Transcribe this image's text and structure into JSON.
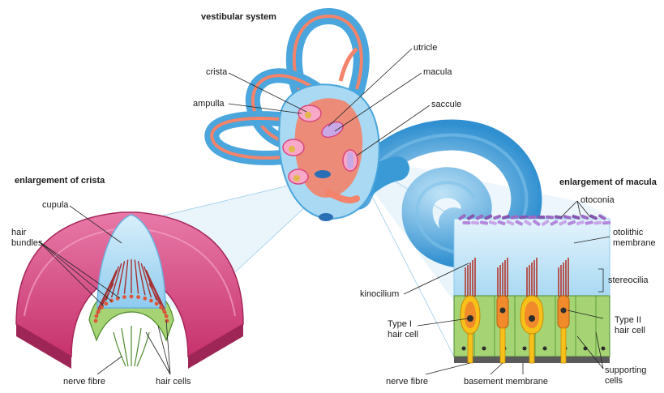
{
  "headings": {
    "vestibular_system": "vestibular system",
    "enlargement_of_crista": "enlargement of crista",
    "enlargement_of_macula": "enlargement of macula"
  },
  "labels": {
    "crista": "crista",
    "ampulla": "ampulla",
    "utricle": "utricle",
    "macula": "macula",
    "saccule": "saccule",
    "cupula": "cupula",
    "hair_bundles_1": "hair",
    "hair_bundles_2": "bundles",
    "nerve_fibre_left": "nerve fibre",
    "hair_cells": "hair cells",
    "otoconia": "otoconia",
    "otolithic_membrane_1": "otolithic",
    "otolithic_membrane_2": "membrane",
    "stereocilia": "stereocilia",
    "kinocilium": "kinocilium",
    "type1_1": "Type I",
    "type1_2": "hair cell",
    "type2_1": "Type II",
    "type2_2": "hair cell",
    "nerve_fibre_right": "nerve fibre",
    "basement_membrane": "basement membrane",
    "supporting_cells_1": "supporting",
    "supporting_cells_2": "cells"
  },
  "colors": {
    "canal_blue": "#4aa6dc",
    "canal_pink": "#f3836a",
    "crista_pink": "#d9457e",
    "cupula_blue": "#a9d9f3",
    "support_green": "#a6d474",
    "hair_orange": "#f08a2a",
    "nerve_yellow": "#f6c21a",
    "otoconia_purple": "#9b6bc4"
  }
}
